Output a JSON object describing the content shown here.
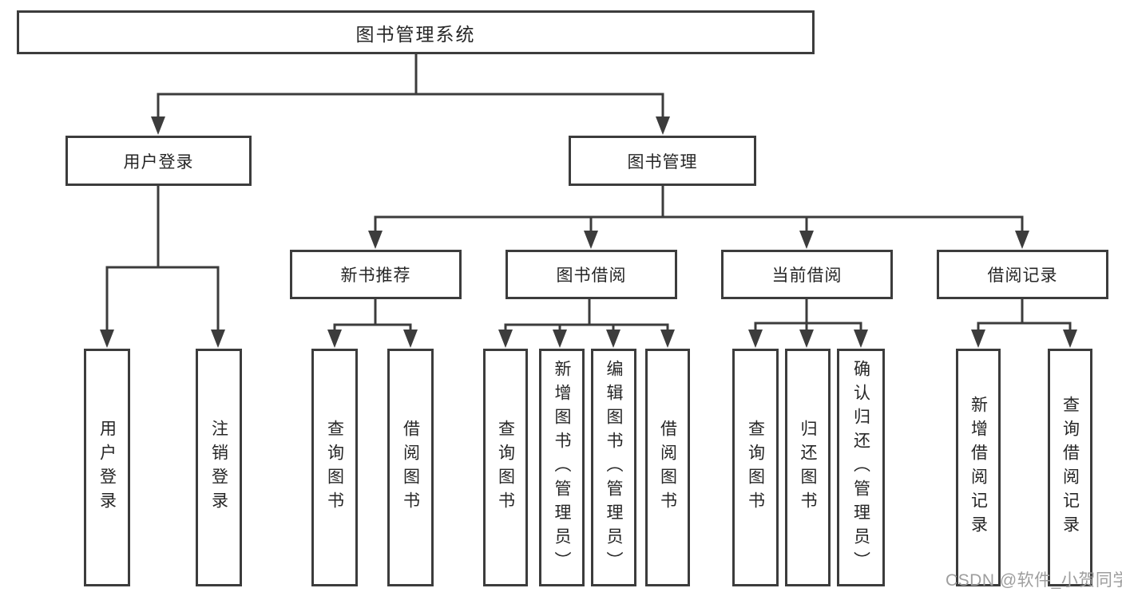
{
  "diagram_type": "hierarchy-tree",
  "colors": {
    "line": "#3c3c3c",
    "text": "#262626",
    "box_background": "#ffffff",
    "page_background": "#ffffff",
    "watermark": "#9e9e9e"
  },
  "watermark": "CSDN @软件_小贺同学",
  "tree": {
    "root": {
      "label": "图书管理系统"
    },
    "branches": [
      {
        "label": "用户登录",
        "children": [
          {
            "label": "用户登录"
          },
          {
            "label": "注销登录"
          }
        ]
      },
      {
        "label": "图书管理",
        "children": [
          {
            "label": "新书推荐",
            "children": [
              {
                "label": "查询图书"
              },
              {
                "label": "借阅图书"
              }
            ]
          },
          {
            "label": "图书借阅",
            "children": [
              {
                "label": "查询图书"
              },
              {
                "label": "新增图书（管理员）"
              },
              {
                "label": "编辑图书（管理员）"
              },
              {
                "label": "借阅图书"
              }
            ]
          },
          {
            "label": "当前借阅",
            "children": [
              {
                "label": "查询图书"
              },
              {
                "label": "归还图书"
              },
              {
                "label": "确认归还（管理员）"
              }
            ]
          },
          {
            "label": "借阅记录",
            "children": [
              {
                "label": "新增借阅记录"
              },
              {
                "label": "查询借阅记录"
              }
            ]
          }
        ]
      }
    ]
  }
}
